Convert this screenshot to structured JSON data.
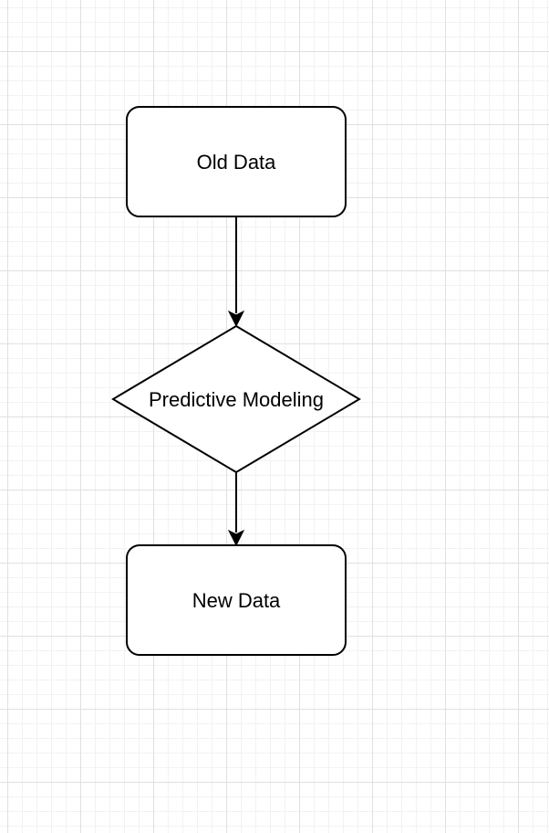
{
  "diagram": {
    "type": "flowchart",
    "stroke_color": "#000000",
    "fill_color": "#ffffff",
    "grid_color": "#e0e0e0",
    "nodes": [
      {
        "id": "old-data",
        "shape": "rounded-rectangle",
        "label": "Old Data"
      },
      {
        "id": "predictive-modeling",
        "shape": "diamond",
        "label": "Predictive Modeling"
      },
      {
        "id": "new-data",
        "shape": "rounded-rectangle",
        "label": "New Data"
      }
    ],
    "edges": [
      {
        "from": "old-data",
        "to": "predictive-modeling"
      },
      {
        "from": "predictive-modeling",
        "to": "new-data"
      }
    ]
  }
}
